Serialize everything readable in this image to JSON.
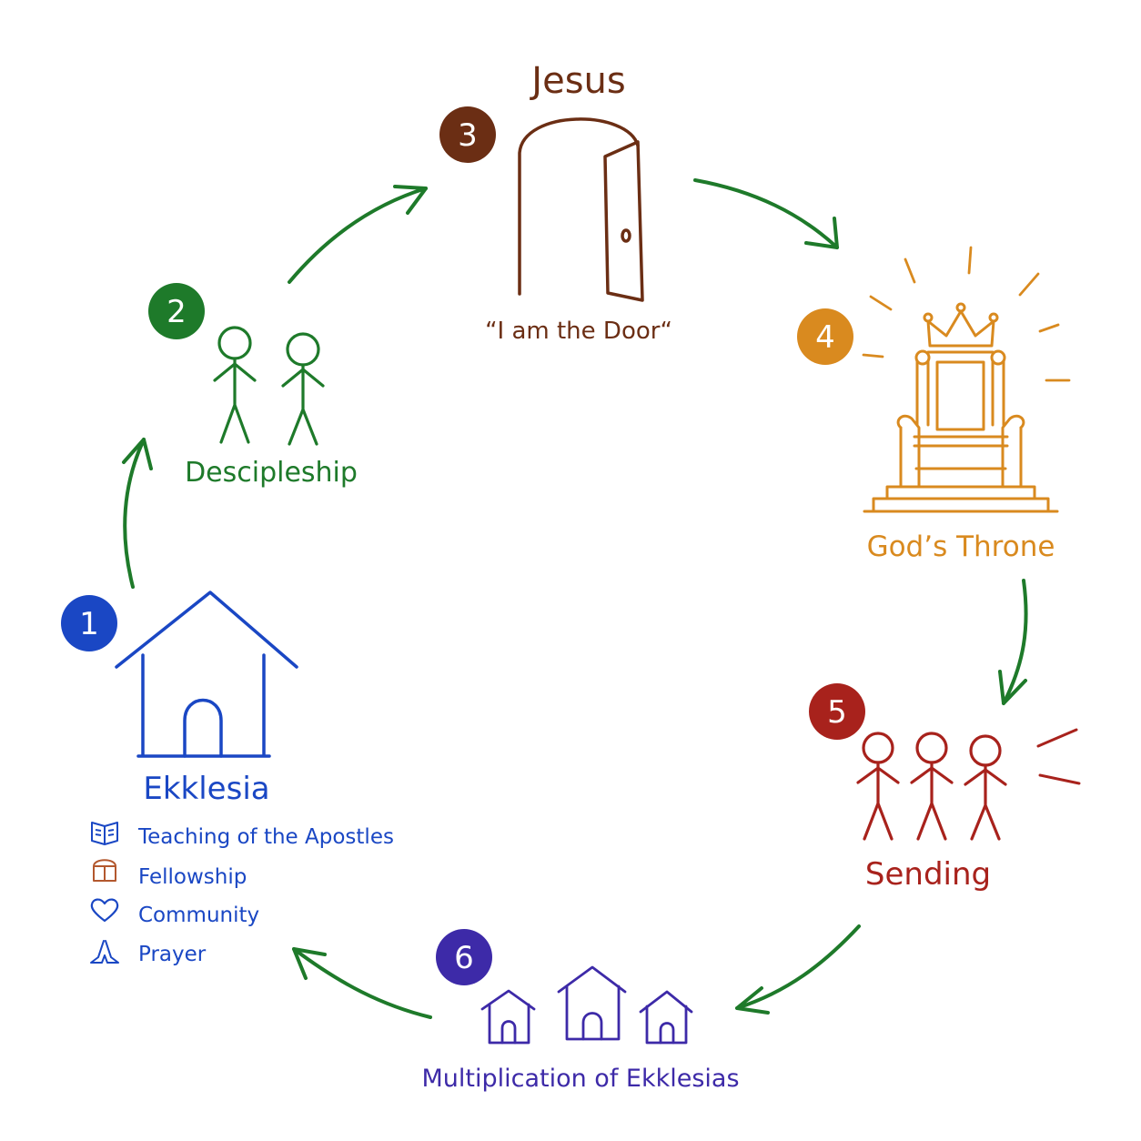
{
  "colors": {
    "blue": "#1a47c4",
    "green": "#1e7a2a",
    "brown": "#6b2e14",
    "orange": "#d98a1f",
    "red": "#a8221c",
    "purple": "#3d2aa8",
    "arrow": "#1e7a2a",
    "fellowship_icon": "#b3582e"
  },
  "steps": [
    {
      "number": "1",
      "label": "Ekklesia"
    },
    {
      "number": "2",
      "label": "Descipleship"
    },
    {
      "number": "3",
      "label": "Jesus",
      "caption": "“I am the Door“"
    },
    {
      "number": "4",
      "label": "God’s Throne"
    },
    {
      "number": "5",
      "label": "Sending"
    },
    {
      "number": "6",
      "label": "Multiplication of Ekklesias"
    }
  ],
  "ekklesia_items": [
    {
      "icon": "book-icon",
      "text": "Teaching of the Apostles"
    },
    {
      "icon": "bread-icon",
      "text": "Fellowship"
    },
    {
      "icon": "heart-icon",
      "text": "Community"
    },
    {
      "icon": "praying-hands-icon",
      "text": "Prayer"
    }
  ]
}
